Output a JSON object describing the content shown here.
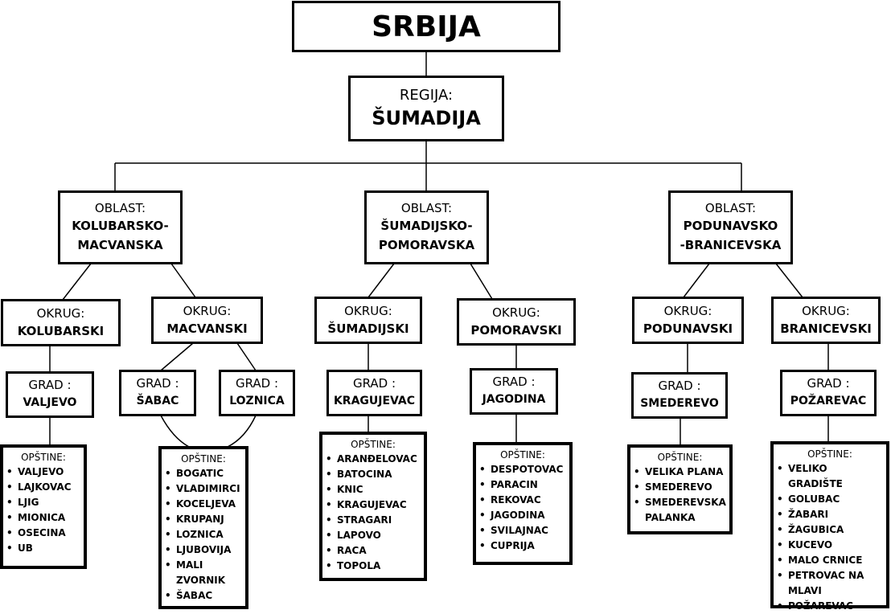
{
  "root": {
    "title": "SRBIJA"
  },
  "regija": {
    "label": "REGIJA:",
    "name": "ŠUMADIJA"
  },
  "oblasti": [
    {
      "label": "OBLAST:",
      "name1": "KOLUBARSKO-",
      "name2": "MACVANSKA"
    },
    {
      "label": "OBLAST:",
      "name1": "ŠUMADIJSKO-",
      "name2": "POMORAVSKA"
    },
    {
      "label": "OBLAST:",
      "name1": "PODUNAVSKO",
      "name2": "-BRANICEVSKA"
    }
  ],
  "okruzi": [
    {
      "label": "OKRUG:",
      "name": "KOLUBARSKI"
    },
    {
      "label": "OKRUG:",
      "name": "MACVANSKI"
    },
    {
      "label": "OKRUG:",
      "name": "ŠUMADIJSKI"
    },
    {
      "label": "OKRUG:",
      "name": "POMORAVSKI"
    },
    {
      "label": "OKRUG:",
      "name": "PODUNAVSKI"
    },
    {
      "label": "OKRUG:",
      "name": "BRANICEVSKI"
    }
  ],
  "gradovi": [
    {
      "label": "GRAD :",
      "name": "VALJEVO"
    },
    {
      "label": "GRAD :",
      "name": "ŠABAC"
    },
    {
      "label": "GRAD :",
      "name": "LOZNICA"
    },
    {
      "label": "GRAD :",
      "name": "KRAGUJEVAC"
    },
    {
      "label": "GRAD :",
      "name": "JAGODINA"
    },
    {
      "label": "GRAD :",
      "name": "SMEDEREVO"
    },
    {
      "label": "GRAD :",
      "name": "POŽAREVAC"
    }
  ],
  "opstine": [
    {
      "label": "OPŠTINE:",
      "items": [
        "VALJEVO",
        "LAJKOVAC",
        "LJIG",
        "MIONICA",
        "OSECINA",
        "UB"
      ]
    },
    {
      "label": "OPŠTINE:",
      "items": [
        "BOGATIC",
        "VLADIMIRCI",
        "KOCELJEVA",
        "KRUPANJ",
        "LOZNICA",
        "LJUBOVIJA",
        "MALI ZVORNIK",
        "ŠABAC"
      ]
    },
    {
      "label": "OPŠTINE:",
      "items": [
        "ARANĐELOVAC",
        "BATOCINA",
        "KNIC",
        "KRAGUJEVAC",
        "STRAGARI",
        "LAPOVO",
        "RACA",
        "TOPOLA"
      ]
    },
    {
      "label": "OPŠTINE:",
      "items": [
        "DESPOTOVAC",
        "PARACIN",
        "REKOVAC",
        "JAGODINA",
        "SVILAJNAC",
        "CUPRIJA"
      ]
    },
    {
      "label": "OPŠTINE:",
      "items": [
        "VELIKA PLANA",
        "SMEDEREVO",
        "SMEDEREVSKA PALANKA"
      ]
    },
    {
      "label": "OPŠTINE:",
      "items": [
        "VELIKO GRADIŠTE",
        "GOLUBAC",
        "ŽABARI",
        "ŽAGUBICA",
        "KUCEVO",
        "MALO CRNICE",
        "PETROVAC NA MLAVI",
        "POŽAREVAC"
      ]
    }
  ]
}
